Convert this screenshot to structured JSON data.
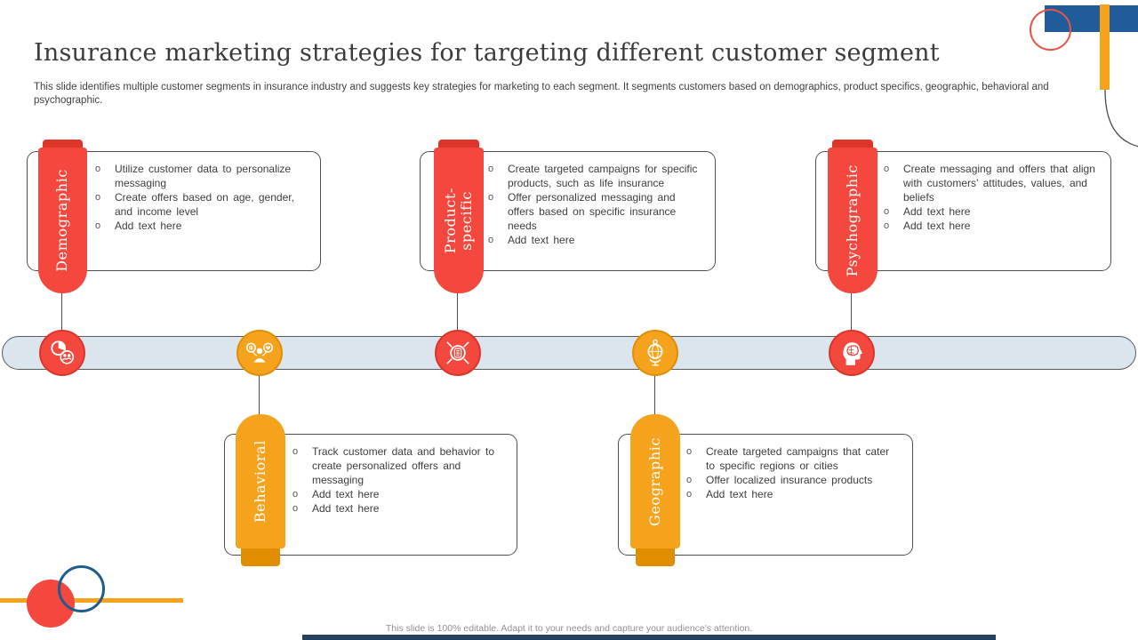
{
  "ui": {
    "bullet_marker": "o"
  },
  "slide": {
    "title": "Insurance marketing strategies for targeting different customer segment",
    "subtitle": "This slide identifies multiple customer segments in insurance industry and suggests key strategies for marketing to each segment. It segments customers based on demographics, product specifics, geographic, behavioral and psychographic.",
    "footer": "This slide is 100% editable. Adapt it to your needs and capture your audience's attention."
  },
  "colors": {
    "red": "#f4473d",
    "red_dark": "#dd3529",
    "orange": "#f5a21d",
    "orange_dark": "#e08e00",
    "blue_rect": "#1f5c99",
    "blue_ring": "#1f5c8e",
    "timeline_fill": "#dae5ee",
    "navy_bar": "#24405e",
    "text": "#3d3d3d",
    "footer_gray": "#909090"
  },
  "segments": [
    {
      "name": "Demographic",
      "label_line1": "Demographic",
      "label_line2": "",
      "color": "red",
      "icon": "demographics-icon",
      "row": "top",
      "bullets": [
        "Utilize customer data to personalize messaging",
        "Create offers based on age, gender, and income level",
        "Add text here"
      ]
    },
    {
      "name": "Behavioral",
      "label_line1": "Behavioral",
      "label_line2": "",
      "color": "orange",
      "icon": "behavior-icon",
      "row": "bottom",
      "bullets": [
        "Track customer data and behavior to create personalized offers and messaging",
        "Add text here",
        "Add text here"
      ]
    },
    {
      "name": "Product-specific",
      "label_line1": "Product-",
      "label_line2": "specific",
      "color": "red",
      "icon": "product-icon",
      "row": "top",
      "bullets": [
        "Create targeted campaigns for specific products, such as life insurance",
        "Offer personalized messaging and offers based on specific insurance needs",
        "Add text here"
      ]
    },
    {
      "name": "Geographic",
      "label_line1": "Geographic",
      "label_line2": "",
      "color": "orange",
      "icon": "geography-icon",
      "row": "bottom",
      "bullets": [
        "Create targeted campaigns that cater to specific regions or cities",
        "Offer localized insurance products",
        "Add text here"
      ]
    },
    {
      "name": "Psychographic",
      "label_line1": "Psychographic",
      "label_line2": "",
      "color": "red",
      "icon": "psychographics-icon",
      "row": "top",
      "bullets": [
        "Create messaging and offers that align with customers’ attitudes, values, and beliefs",
        "Add text here",
        "Add text here"
      ]
    }
  ]
}
